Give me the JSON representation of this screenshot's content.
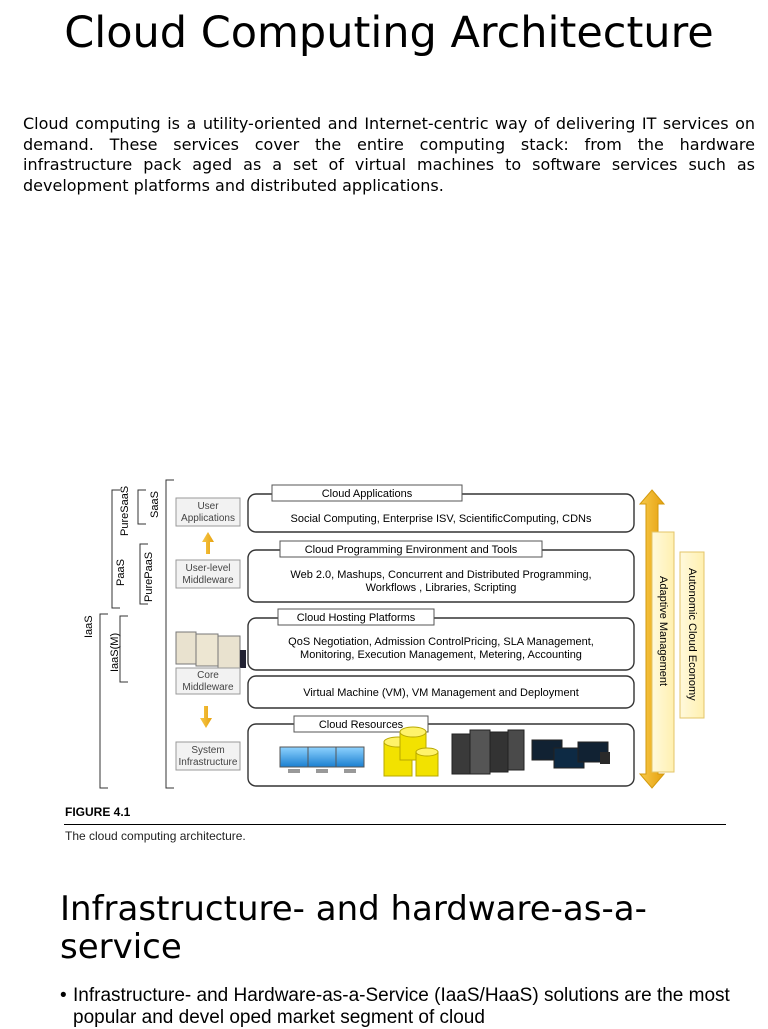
{
  "title": "Cloud Computing Architecture",
  "intro": "Cloud computing is a utility-oriented and Internet-centric way of delivering IT services on demand. These services cover the entire computing stack: from the hardware infrastructure pack aged as a set of virtual machines to software services such as development platforms and distributed applications.",
  "figure": {
    "layers": {
      "apps_title": "Cloud Applications",
      "apps_body": "Social Computing, Enterprise ISV, ScientificComputing, CDNs",
      "prog_title": "Cloud Programming Environment and Tools",
      "prog_body_1": "Web 2.0, Mashups, Concurrent and Distributed Programming,",
      "prog_body_2": "Workflows , Libraries, Scripting",
      "host_title": "Cloud Hosting Platforms",
      "host_body_1": "QoS Negotiation, Admission ControlPricing, SLA Management,",
      "host_body_2": "Monitoring, Execution Management, Metering, Accounting",
      "vm_body": "Virtual Machine (VM), VM Management and Deployment",
      "res_title": "Cloud Resources"
    },
    "side": {
      "user_apps_1": "User",
      "user_apps_2": "Applications",
      "user_mw_1": "User-level",
      "user_mw_2": "Middleware",
      "core_mw_1": "Core",
      "core_mw_2": "Middleware",
      "sys_inf_1": "System",
      "sys_inf_2": "Infrastructure"
    },
    "brackets": {
      "puresaas": "PureSaaS",
      "saas": "SaaS",
      "paas": "PaaS",
      "purepaas": "PurePaaS",
      "iaas": "IaaS",
      "iaasm": "IaaS(M)"
    },
    "right": {
      "adaptive": "Adaptive Management",
      "autonomic": "Autonomic Cloud Economy"
    },
    "colors": {
      "arrow_gold": "#f5b82a",
      "panel_yellow": "#fff6c8"
    }
  },
  "caption": {
    "label": "FIGURE 4.1",
    "text": "The cloud computing architecture."
  },
  "section_heading": "Infrastructure- and hardware-as-a-service",
  "bullets": [
    "Infrastructure- and Hardware-as-a-Service (IaaS/HaaS) solutions are the most popular and devel oped market segment of cloud"
  ]
}
